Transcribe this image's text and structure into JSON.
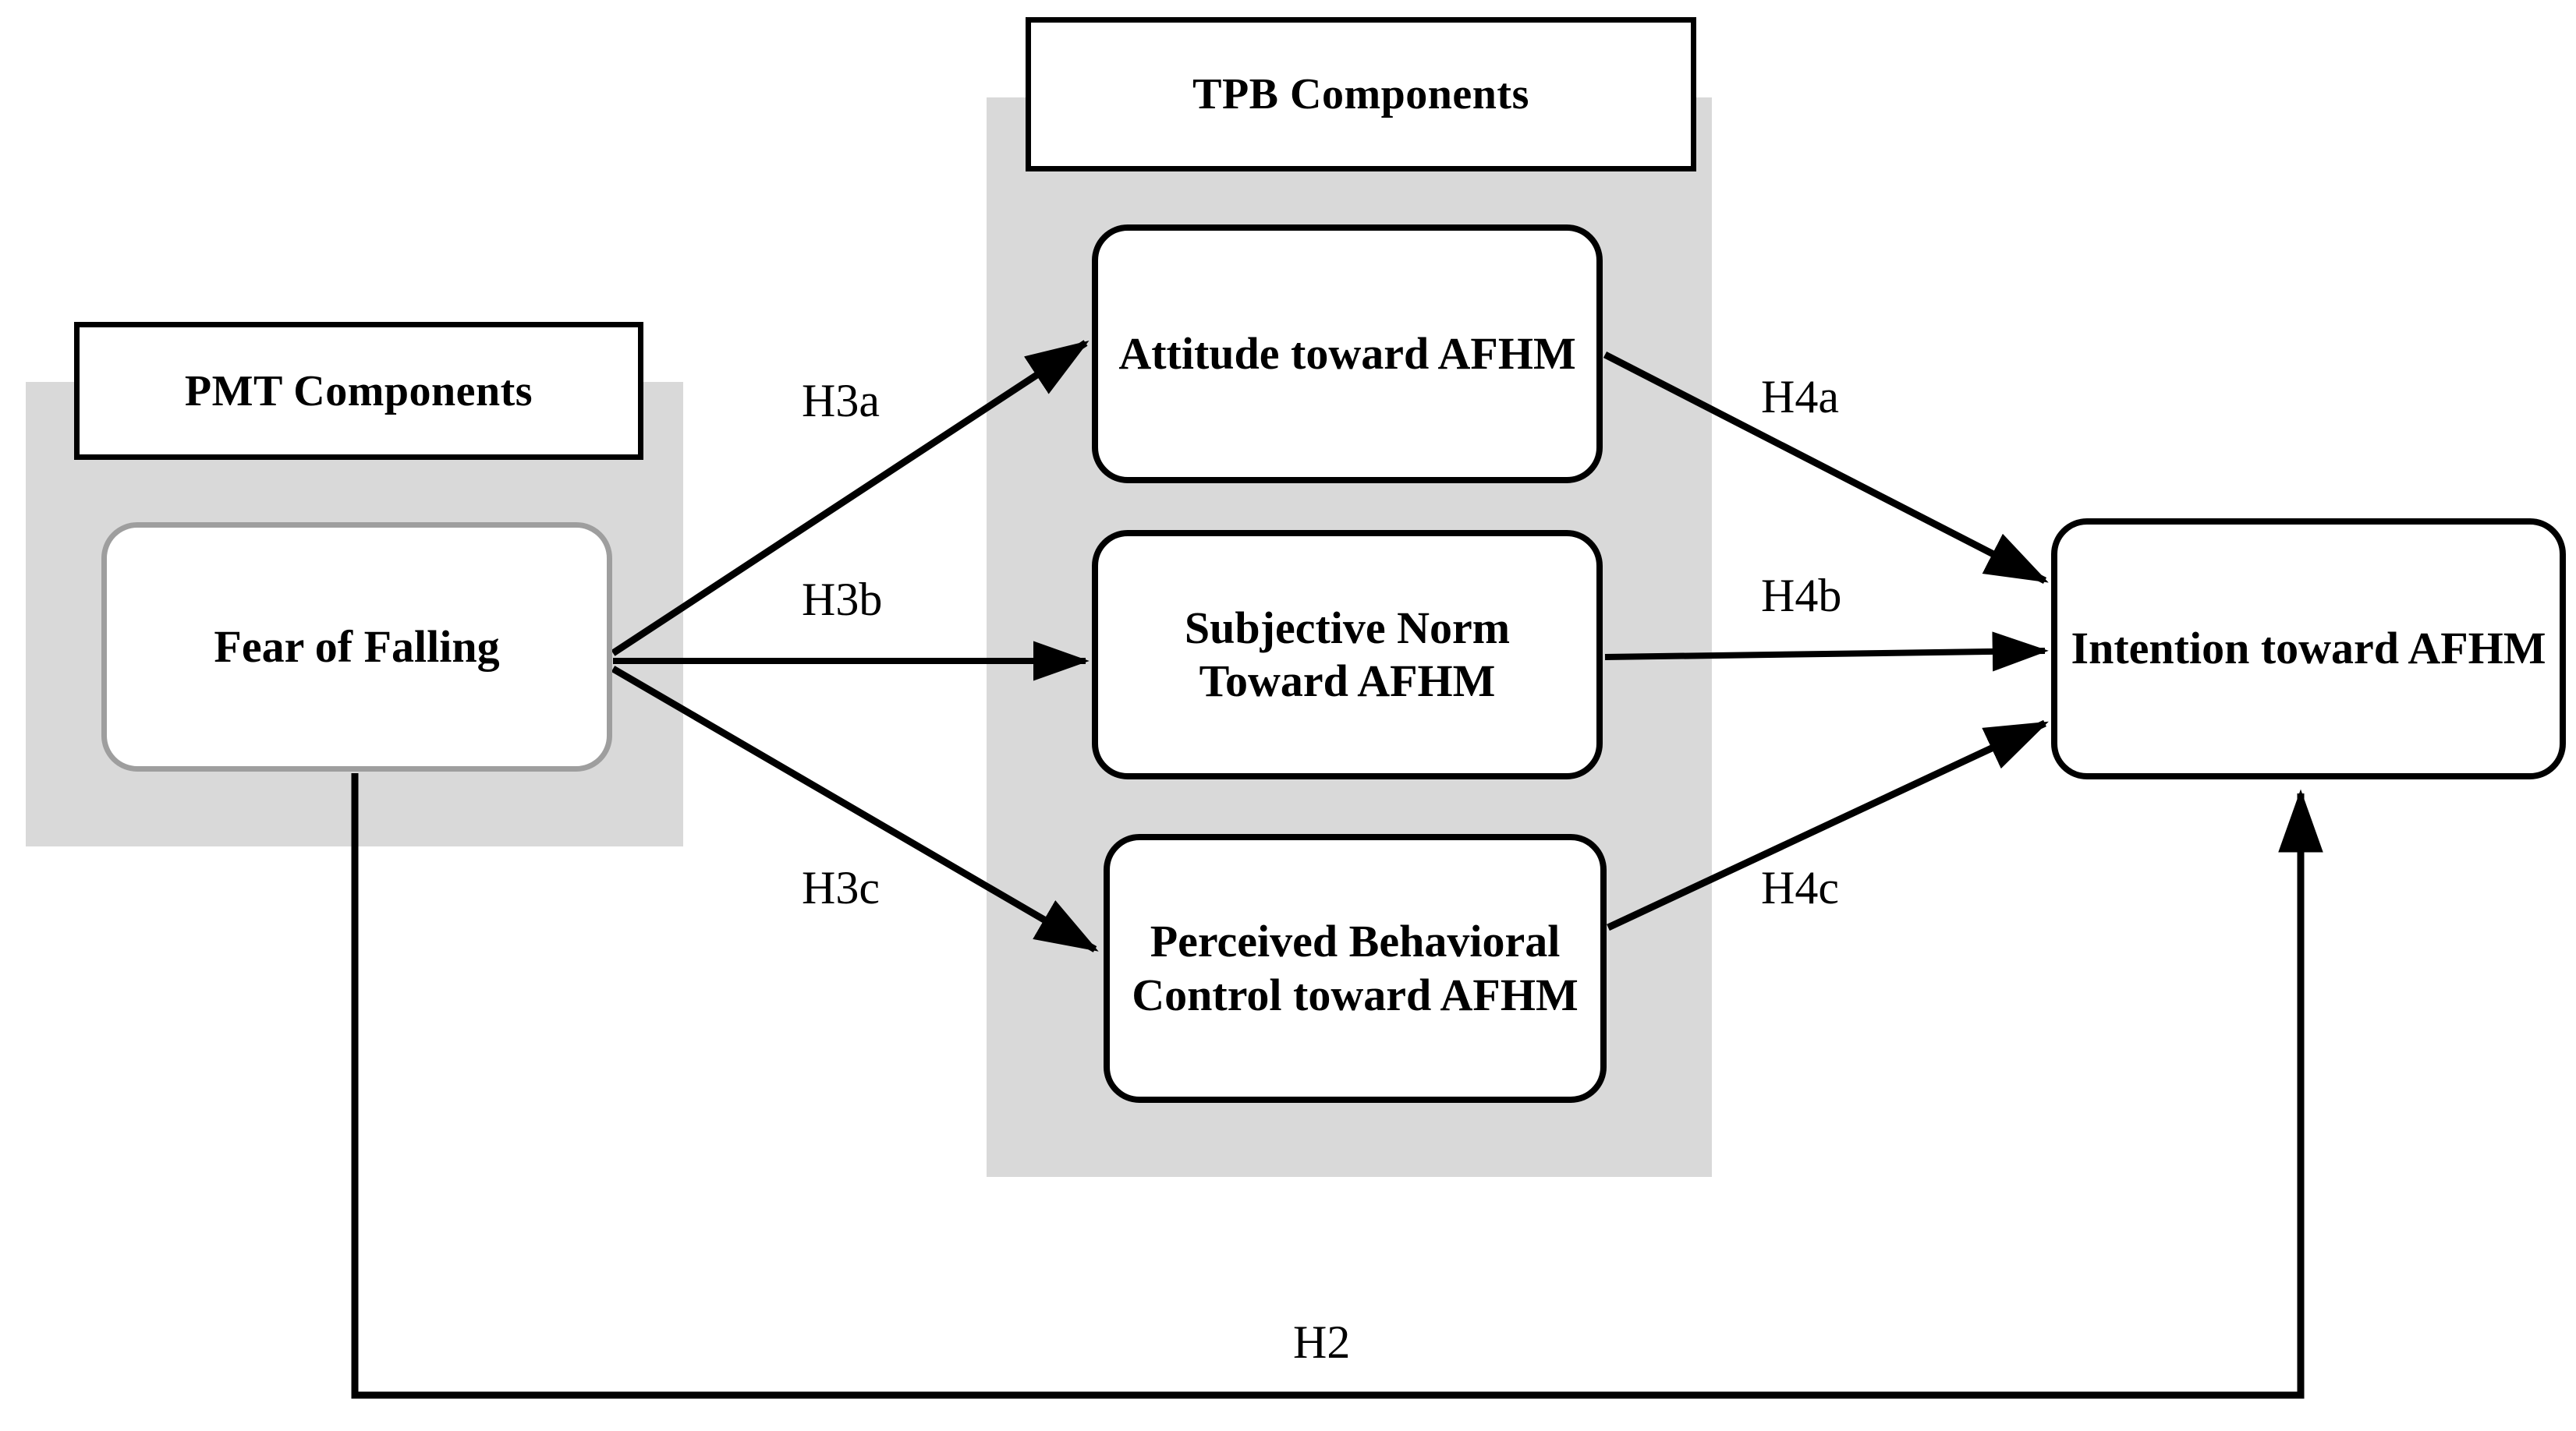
{
  "figure": {
    "type": "conceptual-model-diagram",
    "background": "#ffffff",
    "group_shade_color": "#d9d9d9",
    "line_color": "#000000"
  },
  "groups": [
    {
      "id": "pmt",
      "header_label": "PMT Components"
    },
    {
      "id": "tpb",
      "header_label": "TPB Components"
    }
  ],
  "nodes": {
    "fear_of_falling": "Fear of Falling",
    "attitude": "Attitude toward AFHM",
    "subjective_norm": "Subjective Norm Toward AFHM",
    "perceived_behavioral_control": "Perceived Behavioral Control toward AFHM",
    "intention": "Intention toward AFHM"
  },
  "edges": [
    {
      "id": "h3a",
      "label": "H3a",
      "from": "fear_of_falling",
      "to": "attitude"
    },
    {
      "id": "h3b",
      "label": "H3b",
      "from": "fear_of_falling",
      "to": "subjective_norm"
    },
    {
      "id": "h3c",
      "label": "H3c",
      "from": "fear_of_falling",
      "to": "perceived_behavioral_control"
    },
    {
      "id": "h4a",
      "label": "H4a",
      "from": "attitude",
      "to": "intention"
    },
    {
      "id": "h4b",
      "label": "H4b",
      "from": "subjective_norm",
      "to": "intention"
    },
    {
      "id": "h4c",
      "label": "H4c",
      "from": "perceived_behavioral_control",
      "to": "intention"
    },
    {
      "id": "h2",
      "label": "H2",
      "from": "fear_of_falling",
      "to": "intention"
    }
  ]
}
